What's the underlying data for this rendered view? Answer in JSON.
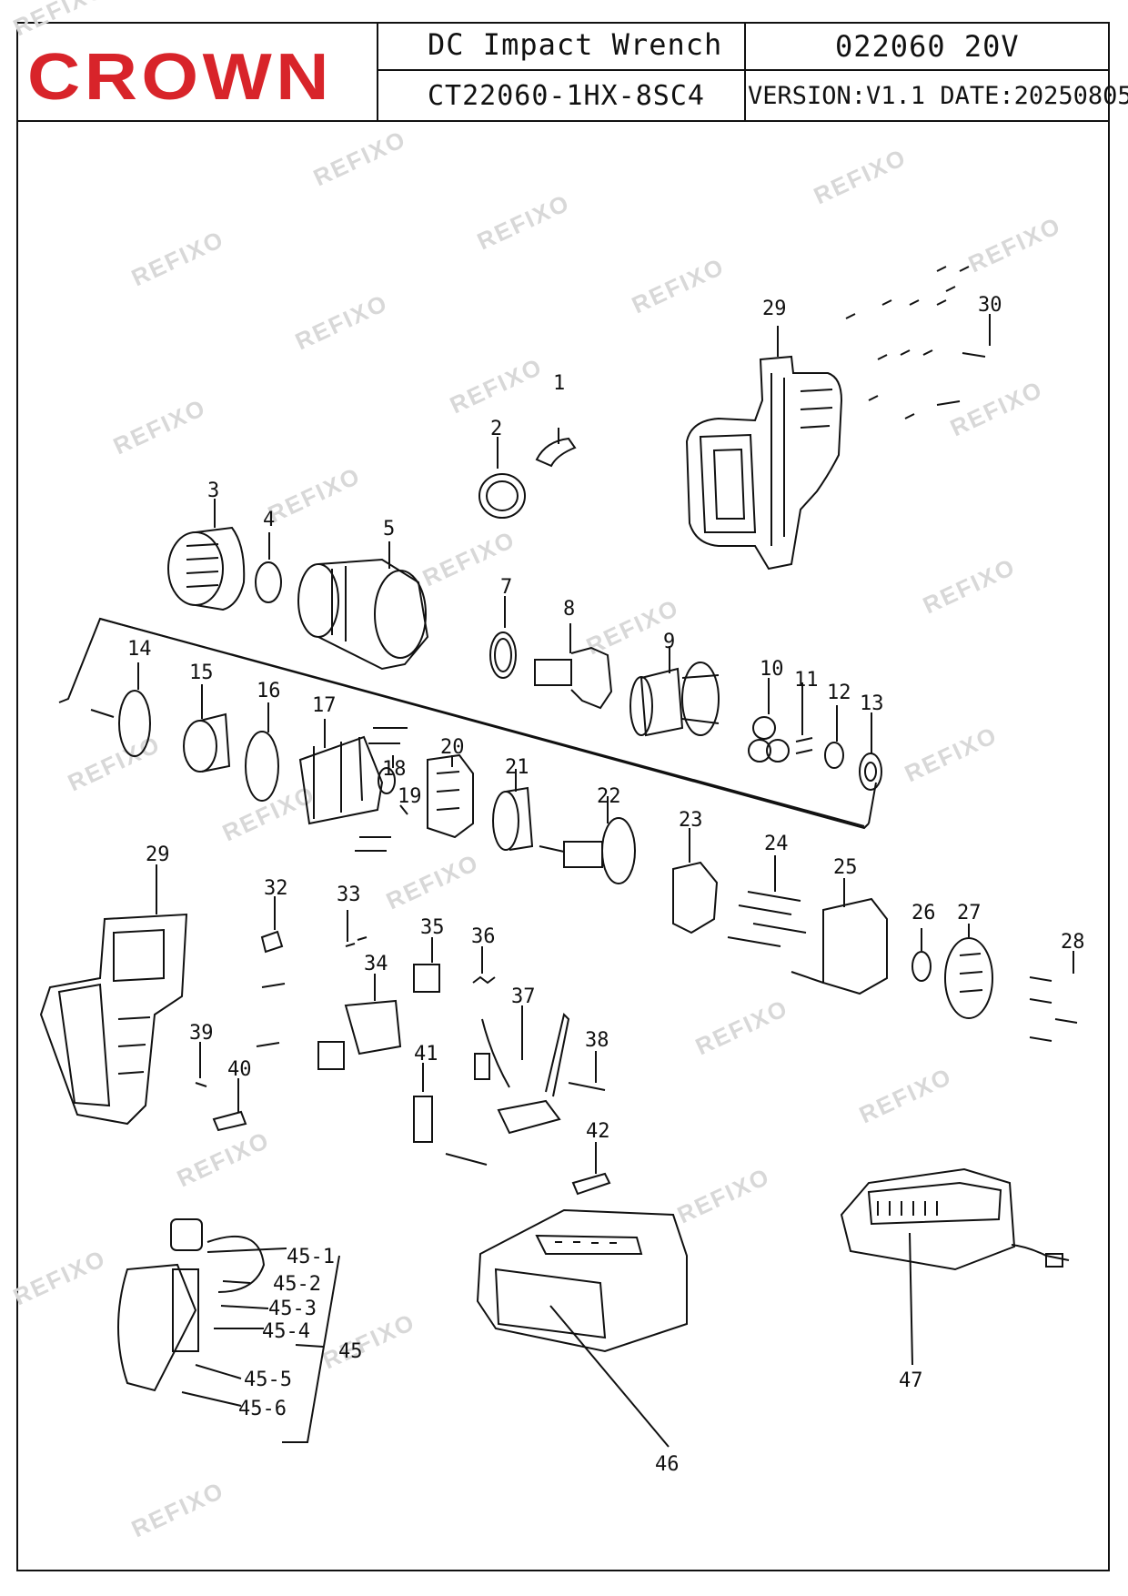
{
  "header": {
    "brand": "CROWN",
    "product_name": "DC Impact Wrench",
    "model_code": "022060 20V",
    "drawing_code": "CT22060-1HX-8SC4",
    "version_date": "VERSION:V1.1 DATE:20250805"
  },
  "colors": {
    "brand": "#d8242a",
    "line": "#111111",
    "watermark": "#d8d8d8"
  },
  "watermark": "REFIXO",
  "part_numbers": [
    "1",
    "2",
    "3",
    "4",
    "5",
    "7",
    "8",
    "9",
    "10",
    "11",
    "12",
    "13",
    "14",
    "15",
    "16",
    "17",
    "18",
    "19",
    "20",
    "21",
    "22",
    "23",
    "24",
    "25",
    "26",
    "27",
    "28",
    "29",
    "29",
    "30",
    "32",
    "33",
    "34",
    "35",
    "36",
    "37",
    "38",
    "39",
    "40",
    "41",
    "42",
    "45-1",
    "45-2",
    "45-3",
    "45-4",
    "45",
    "45-5",
    "45-6",
    "46",
    "47"
  ]
}
